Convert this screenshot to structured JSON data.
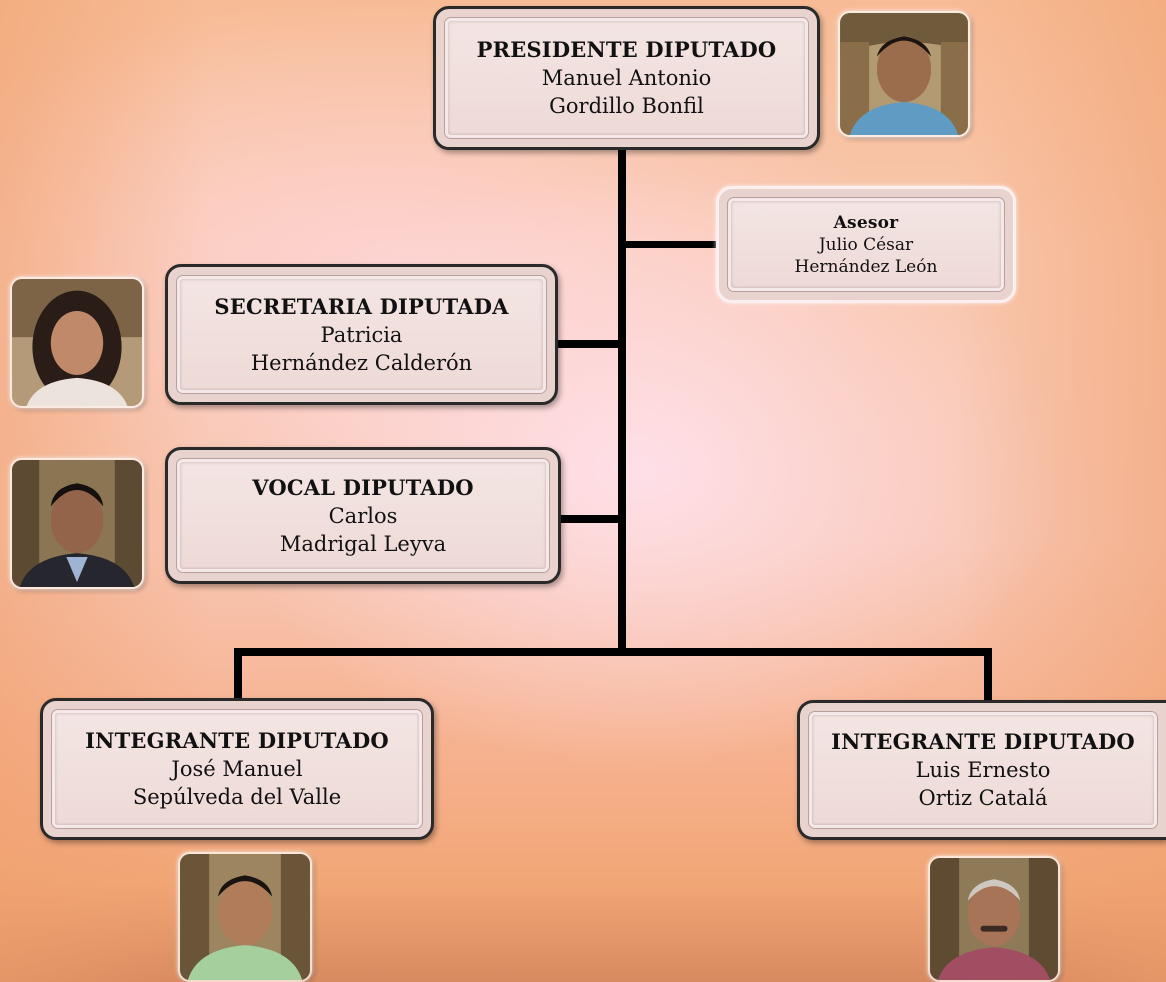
{
  "nodes": {
    "presidente": {
      "role": "PRESIDENTE DIPUTADO",
      "name1": "Manuel Antonio",
      "name2": "Gordillo Bonfil"
    },
    "asesor": {
      "role": "Asesor",
      "name1": "Julio César",
      "name2": "Hernández León"
    },
    "secretaria": {
      "role": "SECRETARIA DIPUTADA",
      "name1": "Patricia",
      "name2": "Hernández Calderón"
    },
    "vocal": {
      "role": "VOCAL DIPUTADO",
      "name1": "Carlos",
      "name2": "Madrigal Leyva"
    },
    "integrante_left": {
      "role": "INTEGRANTE DIPUTADO",
      "name1": "José Manuel",
      "name2": "Sepúlveda del Valle"
    },
    "integrante_right": {
      "role": "INTEGRANTE DIPUTADO",
      "name1": "Luis Ernesto",
      "name2": "Ortiz Catalá"
    }
  },
  "colors": {
    "connector": "#000000",
    "box_border": "#2a2a2a",
    "box_fill": "#f1e2df",
    "background_top": "#f7bc96",
    "background_center": "#fbe0e6",
    "background_bottom": "#d88a60"
  }
}
